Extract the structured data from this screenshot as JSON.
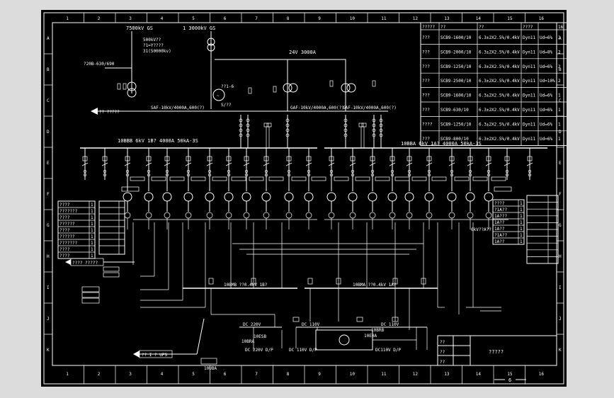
{
  "frame": {
    "column_numbers": [
      "1",
      "2",
      "3",
      "4",
      "5",
      "6",
      "7",
      "8",
      "9",
      "10",
      "11",
      "12",
      "13",
      "14",
      "15",
      "16"
    ],
    "row_letters": [
      "A",
      "B",
      "C",
      "D",
      "E",
      "F",
      "G",
      "H",
      "I",
      "J",
      "K"
    ],
    "page_number": "6"
  },
  "transformer_table": {
    "headers": [
      "?????",
      "??",
      "??",
      "????",
      "16"
    ],
    "rows": [
      [
        "???",
        "SCB9-1600/10",
        "6.3±2X2.5%/0.4kV",
        "Dyn11",
        "Ud=6%",
        "2"
      ],
      [
        "???",
        "SCB9-2000/10",
        "6.3±2X2.5%/0.4kV",
        "Dyn11",
        "Ud=8%",
        "2"
      ],
      [
        "???",
        "SCB9-1250/10",
        "6.3±2X2.5%/0.4kV",
        "Dyn11",
        "Ud=6%",
        "2"
      ],
      [
        "???",
        "SCB9-2500/10",
        "6.3±2X2.5%/0.4kV",
        "Dyn11",
        "Ud=10%",
        "2"
      ],
      [
        "???",
        "SCB9-1600/10",
        "6.3±2X2.5%/0.4kV",
        "Dyn11",
        "Ud=6%",
        "1"
      ],
      [
        "???",
        "SCB9-630/10",
        "6.3±2X2.5%/0.4kV",
        "Dyn11",
        "Ud=6%",
        "1"
      ],
      [
        "????",
        "SCB9-1250/10",
        "6.3±2X2.5%/0.4kV",
        "Dyn11",
        "Ud=6%",
        "1"
      ],
      [
        "???",
        "SCB9-800/10",
        "6.3±2X2.5%/0.4kV",
        "Dyn11",
        "Ud=6%",
        "1"
      ]
    ]
  },
  "sources": {
    "grid_1": "7500kV GS",
    "grid_2": "1 3000kV GS",
    "grid_1_detail": [
      "500kV??",
      "?1=Y????",
      "31(50000kv)"
    ],
    "left_feed": "?20B-630/690",
    "bus_tie": "24V 3000A",
    "left_arrow": "?? ?????",
    "bus_cable_labels": [
      "SAF-10kV/4000A,600(?)",
      "GAF-10kV/4000A,600(?)",
      "GAF-10kV/4000A,600(?)"
    ],
    "gen_labels": [
      "??1-6",
      "S/??"
    ]
  },
  "buses": {
    "bus_a": "10BBB  6kV 1B?  4000A 50kA-3S",
    "bus_b": "10BBA  6kV 1A?  4000A 50kA-3S"
  },
  "left_legend": {
    "rows": [
      [
        "????",
        "1"
      ],
      [
        "???????",
        "1"
      ],
      [
        "????",
        "1"
      ],
      [
        "??????",
        "1"
      ],
      [
        "????",
        "1"
      ],
      [
        "??????",
        "1"
      ],
      [
        "???????",
        "1"
      ],
      [
        "????",
        "1"
      ],
      [
        "????",
        "1"
      ]
    ]
  },
  "right_legend": {
    "rows": [
      [
        "????",
        "1"
      ],
      [
        "?1A??",
        "1"
      ],
      [
        "1A???",
        "1"
      ],
      [
        "1A??",
        "1"
      ],
      [
        "1A??",
        "1"
      ],
      [
        "?1A??",
        "1"
      ],
      [
        "1A??",
        "1"
      ]
    ],
    "side_label": "6kV??A??"
  },
  "lower_buses": {
    "ls_1": "10BMB  ??0.4kV 1B?",
    "ls_2": "10BMA  ??0.4kV 1A?",
    "dc_labels": [
      "DC 220V",
      "DC 110V",
      "DC 110V"
    ],
    "dc_bottom": [
      "DC 220V  D/P",
      "DC 110V  D/P",
      "DC110V  D/P"
    ],
    "ups_label": "?? I ? UPS",
    "left_arrow_label": "???? ?????",
    "small_labels": [
      "10ESB",
      "10BRA",
      "10EHA",
      "10BRB",
      "10UBA"
    ]
  },
  "title_block": {
    "labels": [
      "??",
      "??",
      "??"
    ],
    "title": "?????"
  }
}
